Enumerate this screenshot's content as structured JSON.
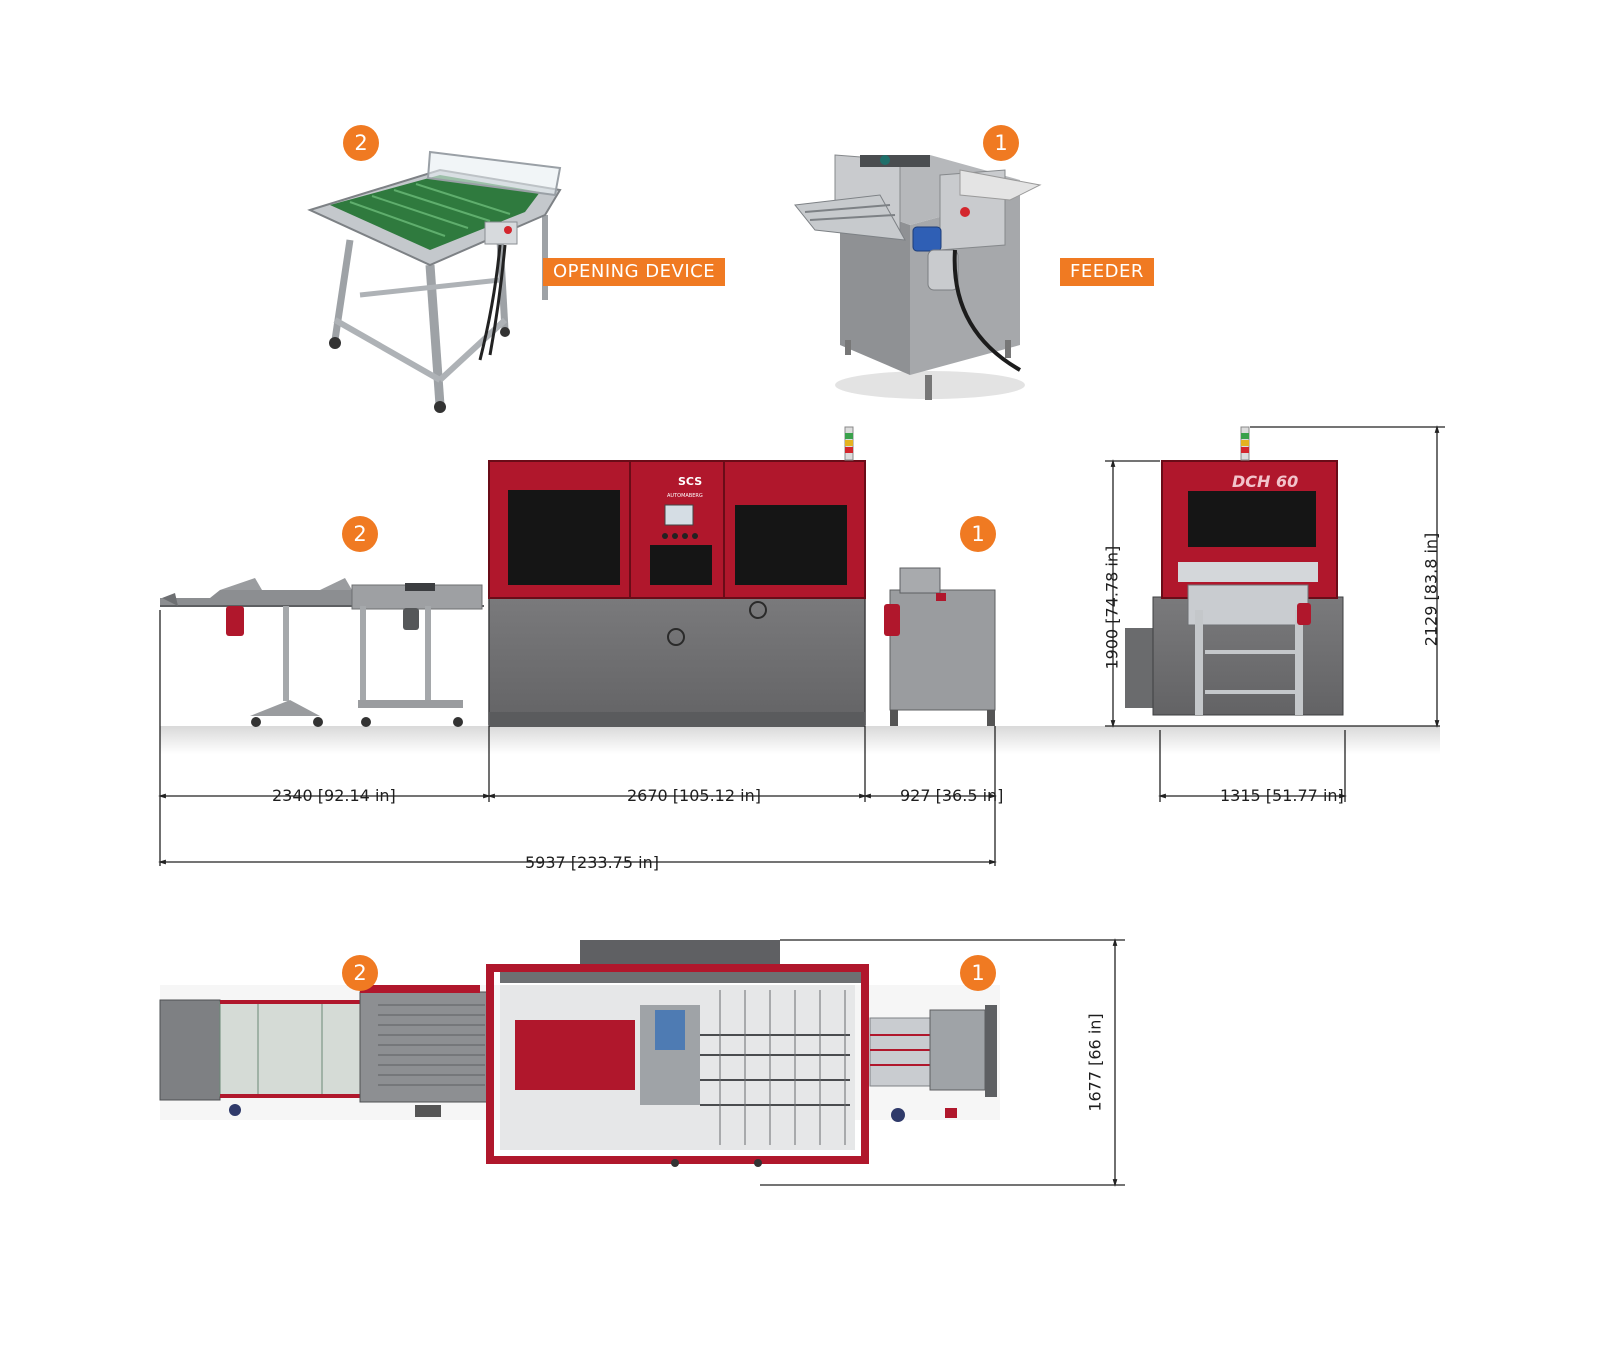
{
  "callouts": {
    "one": "1",
    "two": "2"
  },
  "labels": {
    "opening_device": "OPENING DEVICE",
    "feeder": "FEEDER"
  },
  "brand": {
    "scs": "SCS",
    "automaberg": "AUTOMABERG",
    "model": "DCH 60"
  },
  "dimensions": {
    "opening_device_length": "2340 [92.14 in]",
    "main_unit_length": "2670 [105.12 in]",
    "feeder_length": "927 [36.5 in]",
    "total_length": "5937 [233.75 in]",
    "front_width": "1315 [51.77 in]",
    "body_height": "1900 [74.78 in]",
    "total_height": "2129 [83.8 in]",
    "top_depth": "1677 [66 in]"
  },
  "colors": {
    "accent": "#F07A22",
    "machine_red": "#B0172C",
    "machine_grey": "#6E6E70",
    "steel": "#B9BDC1"
  }
}
